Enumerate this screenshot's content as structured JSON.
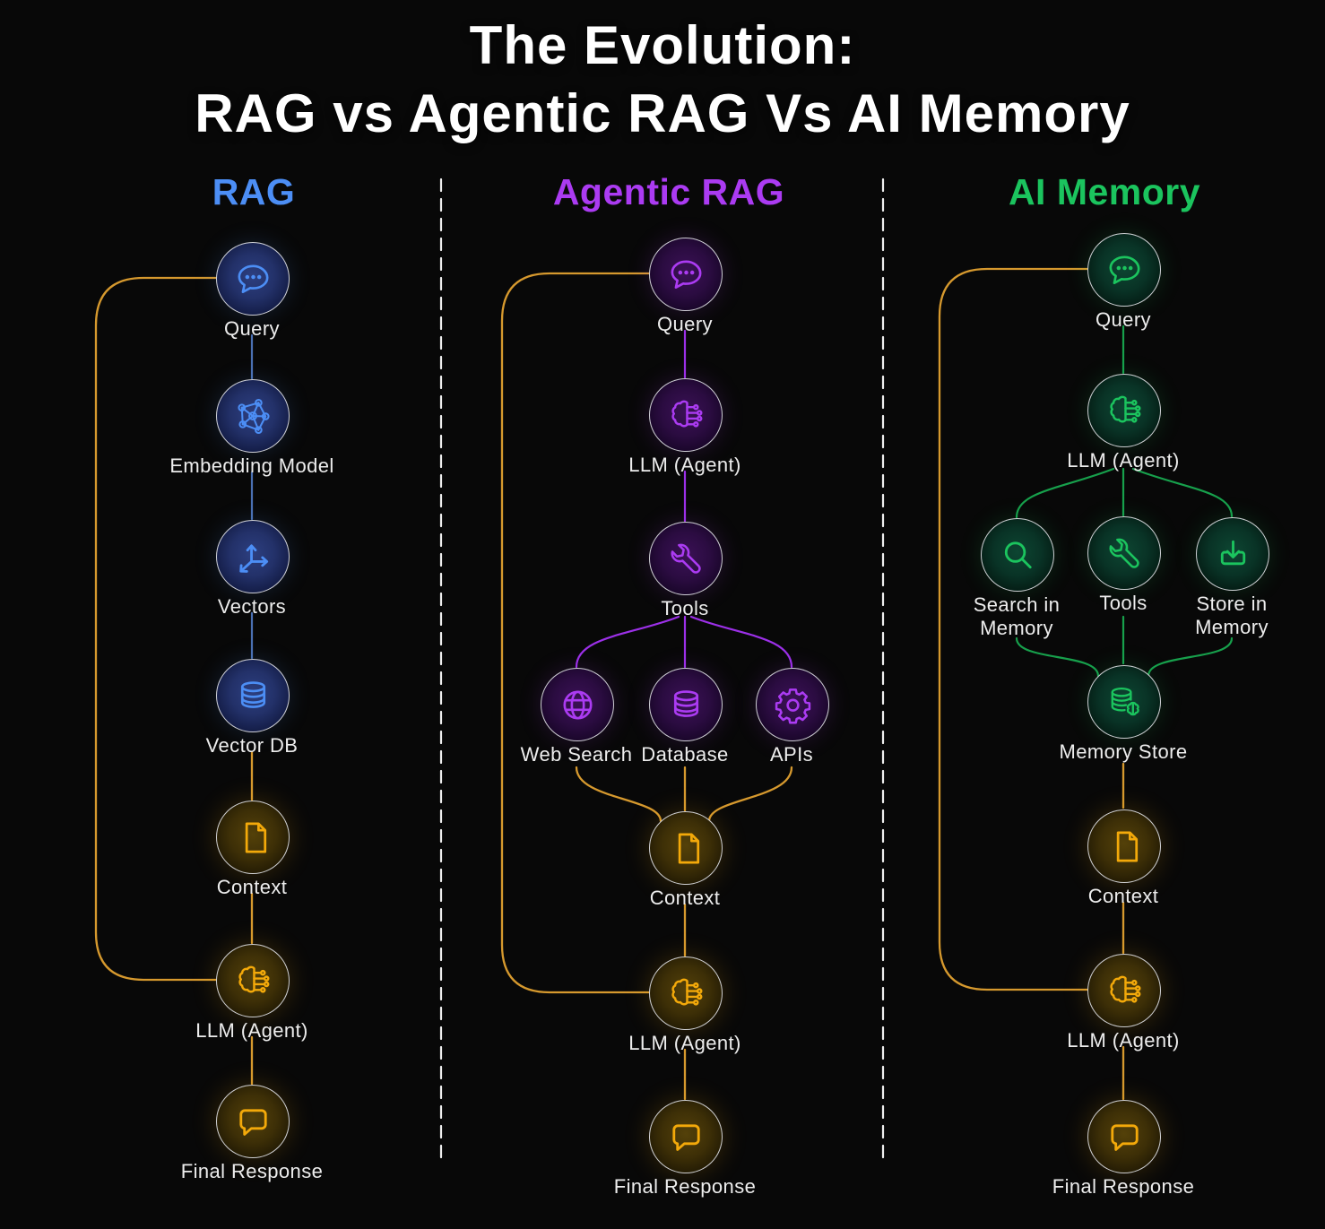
{
  "title": {
    "line1": "The Evolution:",
    "line2": "RAG vs Agentic RAG Vs AI Memory"
  },
  "columns": [
    {
      "header": "RAG",
      "accent": "#4c8ef5",
      "nodes": [
        {
          "label": "Query",
          "icon": "chat-ellipsis-icon"
        },
        {
          "label": "Embedding Model",
          "icon": "network-icon"
        },
        {
          "label": "Vectors",
          "icon": "axes-arrows-icon"
        },
        {
          "label": "Vector DB",
          "icon": "database-icon"
        },
        {
          "label": "Context",
          "icon": "document-icon"
        },
        {
          "label": "LLM (Agent)",
          "icon": "brain-circuit-icon"
        },
        {
          "label": "Final Response",
          "icon": "chat-square-icon"
        }
      ]
    },
    {
      "header": "Agentic RAG",
      "accent": "#ab3bf2",
      "nodes": [
        {
          "label": "Query",
          "icon": "chat-ellipsis-icon"
        },
        {
          "label": "LLM (Agent)",
          "icon": "brain-circuit-icon"
        },
        {
          "label": "Tools",
          "icon": "wrench-icon"
        },
        {
          "label": "Web Search",
          "icon": "globe-icon"
        },
        {
          "label": "Database",
          "icon": "database-icon"
        },
        {
          "label": "APIs",
          "icon": "gear-icon"
        },
        {
          "label": "Context",
          "icon": "document-icon"
        },
        {
          "label": "LLM (Agent)",
          "icon": "brain-circuit-icon"
        },
        {
          "label": "Final Response",
          "icon": "chat-square-icon"
        }
      ]
    },
    {
      "header": "AI Memory",
      "accent": "#1bc45e",
      "nodes": [
        {
          "label": "Query",
          "icon": "chat-ellipsis-icon"
        },
        {
          "label": "LLM (Agent)",
          "icon": "brain-circuit-icon"
        },
        {
          "label": "Search in Memory",
          "icon": "magnifier-icon"
        },
        {
          "label": "Tools",
          "icon": "wrench-icon"
        },
        {
          "label": "Store in Memory",
          "icon": "store-tray-icon"
        },
        {
          "label": "Memory Store",
          "icon": "database-brain-icon"
        },
        {
          "label": "Context",
          "icon": "document-icon"
        },
        {
          "label": "LLM (Agent)",
          "icon": "brain-circuit-icon"
        },
        {
          "label": "Final Response",
          "icon": "chat-square-icon"
        }
      ]
    }
  ],
  "colors": {
    "rag_blue": "#4c8ef5",
    "agentic_purple": "#ab3bf2",
    "memory_green": "#1bc45e",
    "amber": "#f3a90a",
    "wire_orange": "#d6992e",
    "wire_blue": "#4a70b2",
    "wire_purple": "#9c30e8",
    "wire_green": "#17a04c",
    "divider_white": "#efefef"
  }
}
